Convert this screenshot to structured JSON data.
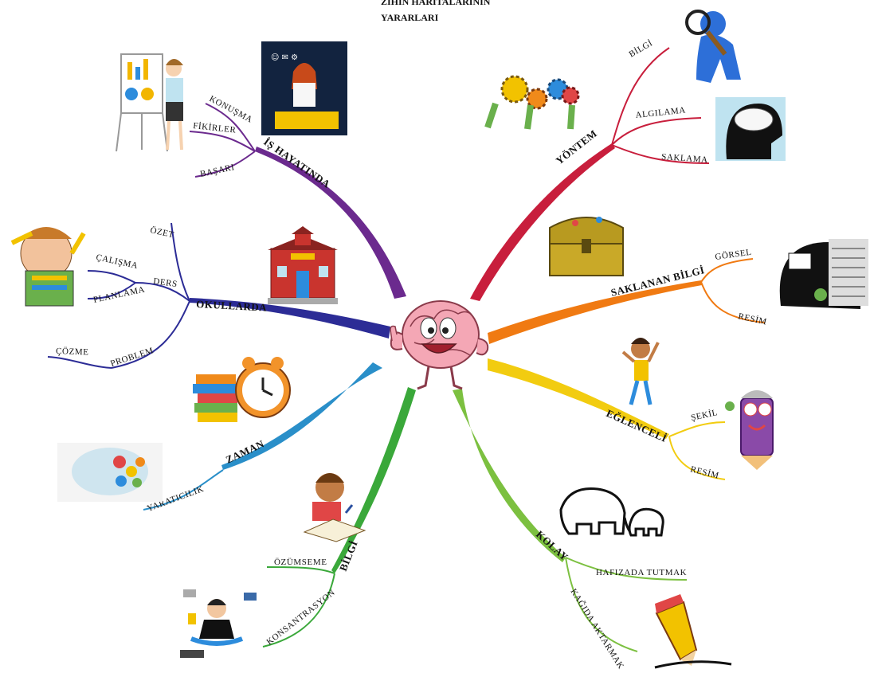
{
  "title": [
    "ZİHİN HARİTALARININ",
    "YARARLARI"
  ],
  "branches": {
    "is_hayatinda": {
      "label": "İŞ HAYATINDA",
      "color": "#6b2a8e",
      "subs": [
        "KONUŞMA",
        "FİKİRLER",
        "BAŞARI"
      ]
    },
    "okullarda": {
      "label": "OKULLARDA",
      "color": "#2c2c96",
      "subs": [
        "ÖZET",
        "ÇALIŞMA",
        "DERS",
        "PLANLAMA",
        "PROBLEM",
        "ÇÖZME"
      ]
    },
    "zaman": {
      "label": "ZAMAN",
      "color": "#2a8fc9",
      "subs": [
        "YARATICILIK"
      ]
    },
    "bilgi": {
      "label": "BİLGİ",
      "color": "#3aa83a",
      "subs": [
        "ÖZÜMSEME",
        "KONSANTRASYON"
      ]
    },
    "kolay": {
      "label": "KOLAY",
      "color": "#7cc040",
      "subs": [
        "HAFIZADA TUTMAK",
        "KAĞIDA AKTARMAK"
      ]
    },
    "eglenceli": {
      "label": "EĞLENCELİ",
      "color": "#f2cc10",
      "subs": [
        "ŞEKİL",
        "RESİM"
      ]
    },
    "saklanan_bilgi": {
      "label": "SAKLANAN BİLGİ",
      "color": "#f07a12",
      "subs": [
        "GÖRSEL",
        "RESİM"
      ]
    },
    "yontem": {
      "label": "YÖNTEM",
      "color": "#c81e3c",
      "subs": [
        "BİLGİ",
        "ALGILAMA",
        "SAKLAMA"
      ]
    }
  },
  "center_icon": "cartoon-brain-thumbs-up-icon",
  "illustrations": [
    "presenter-icon",
    "business-woman-icon",
    "student-with-books-icon",
    "school-building-icon",
    "books-and-clock-icon",
    "colorful-brain-icon",
    "boy-writing-icon",
    "meditation-icon",
    "elephants-icon",
    "pencil-icon",
    "girl-with-pencil-icon",
    "happy-child-icon",
    "head-with-library-icon",
    "treasure-chest-icon",
    "gear-people-icon",
    "head-brain-icon",
    "magnifier-figure-icon"
  ]
}
